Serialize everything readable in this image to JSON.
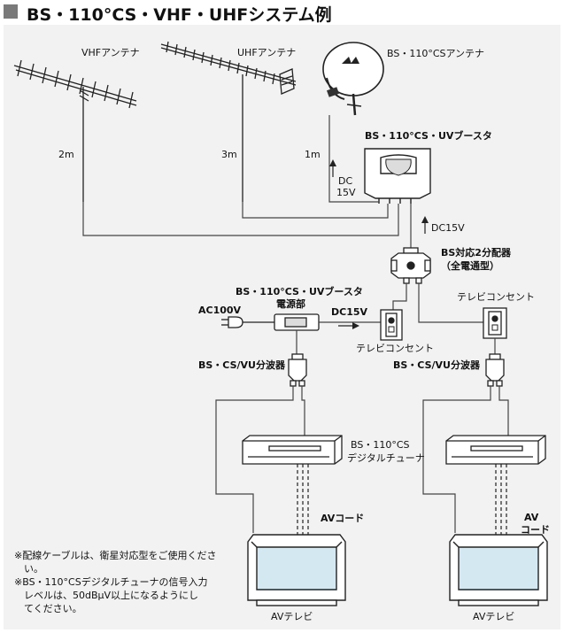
{
  "title": "BS・110°CS・VHF・UHFシステム例",
  "labels": {
    "vhf_antenna": "VHFアンテナ",
    "uhf_antenna": "UHFアンテナ",
    "bs_antenna": "BS・110°CSアンテナ",
    "booster": "BS・110°CS・UVブースタ",
    "len_vhf": "2m",
    "len_uhf": "3m",
    "len_bs": "1m",
    "dc15v_up_1": "DC",
    "dc15v_up_2": "15V",
    "dc15v_right": "DC15V",
    "splitter_1": "BS対応2分配器",
    "splitter_2": "（全電通型）",
    "psu_1": "BS・110°CS・UVブースタ",
    "psu_2": "電源部",
    "ac100v": "AC100V",
    "dc15v_psu": "DC15V",
    "outlet_left": "テレビコンセント",
    "outlet_right": "テレビコンセント",
    "separator_left": "BS・CS/VU分波器",
    "separator_right": "BS・CS/VU分波器",
    "tuner_1": "BS・110°CS",
    "tuner_2": "デジタルチューナ",
    "av_cord_left": "AVコード",
    "av_cord_right_1": "AV",
    "av_cord_right_2": "コード",
    "tv_left": "AVテレビ",
    "tv_right": "AVテレビ"
  },
  "notes": [
    "※配線ケーブルは、衛星対応型をご使用くださ",
    "　い。",
    "※BS・110°CSデジタルチューナの信号入力",
    "　レベルは、50dBμV以上になるようにし",
    "　てください。"
  ]
}
